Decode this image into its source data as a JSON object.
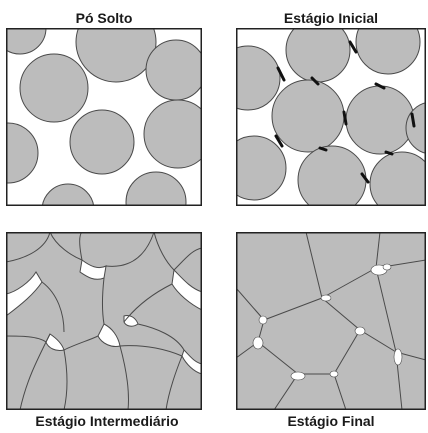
{
  "figure": {
    "panels": [
      {
        "id": "loose-powder",
        "title": "Pó Solto"
      },
      {
        "id": "initial-stage",
        "title": "Estágio Inicial"
      },
      {
        "id": "intermediate-stage",
        "title": "Estágio Intermediário"
      },
      {
        "id": "final-stage",
        "title": "Estágio Final"
      }
    ],
    "colors": {
      "particle_fill": "#bcbcbc",
      "particle_stroke": "#4a4a4a",
      "pore": "#ffffff",
      "frame": "#222222",
      "neck": "#111111"
    }
  }
}
